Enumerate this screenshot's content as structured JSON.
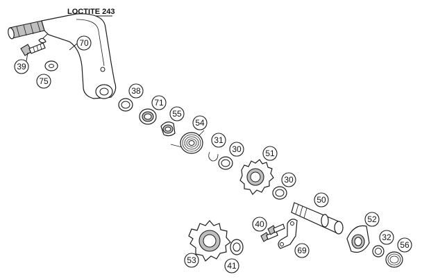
{
  "diagram": {
    "note": "LOCTITE 243",
    "callouts": [
      "70",
      "39",
      "75",
      "38",
      "71",
      "55",
      "54",
      "31",
      "30",
      "51",
      "30",
      "50",
      "40",
      "69",
      "52",
      "32",
      "56",
      "53",
      "41"
    ]
  },
  "colors": {
    "line": "#1a1a1a",
    "fill": "#ffffff",
    "shade": "#bfbfbf"
  }
}
